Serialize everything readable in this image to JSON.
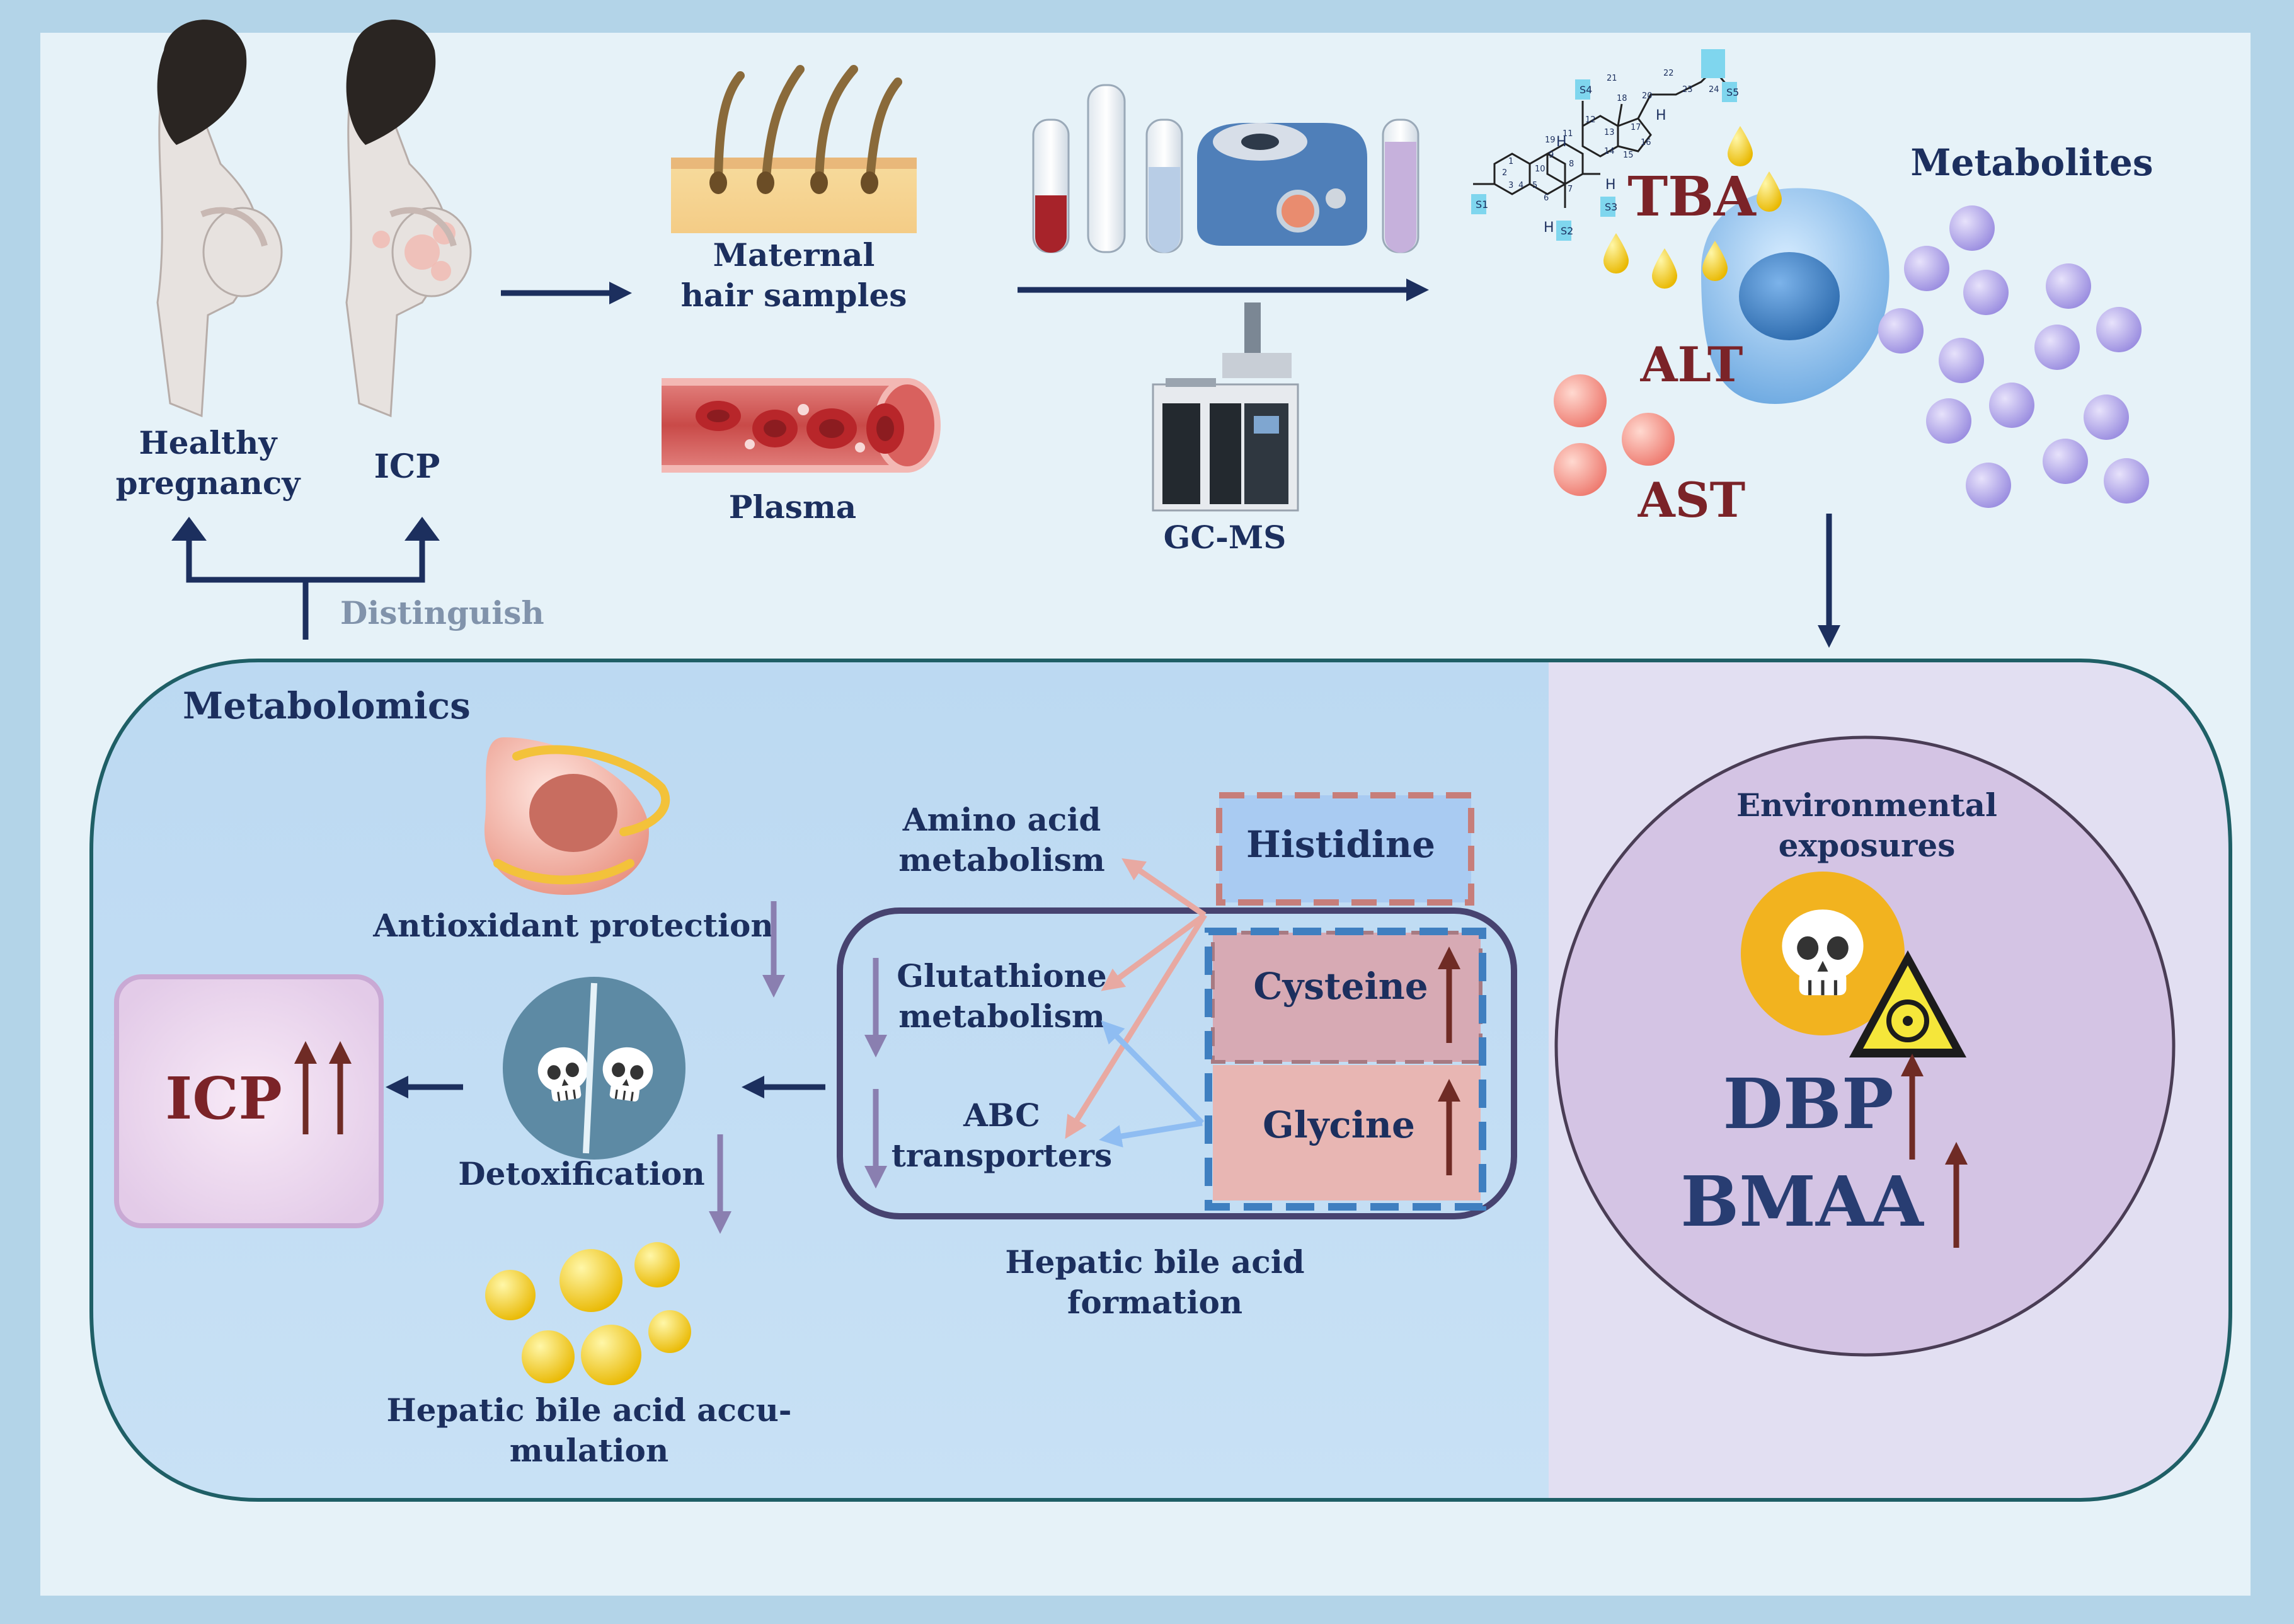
{
  "top": {
    "group_healthy": "Healthy\npregnancy",
    "group_icp": "ICP",
    "distinguish": "Distinguish",
    "hair": "Maternal\nhair samples",
    "plasma": "Plasma",
    "gcms": "GC-MS",
    "metabolites": "Metabolites",
    "tba": "TBA",
    "alt": "ALT",
    "ast": "AST",
    "steroid_numbers": [
      "1",
      "2",
      "3",
      "4",
      "5",
      "6",
      "7",
      "8",
      "9",
      "10",
      "11",
      "12",
      "13",
      "14",
      "15",
      "16",
      "17",
      "18",
      "19",
      "20",
      "21",
      "22",
      "23",
      "24"
    ],
    "steroid_sites": [
      "S1",
      "S2",
      "S3",
      "S4",
      "S5"
    ],
    "steroid_h": "H"
  },
  "panel": {
    "title": "Metabolomics",
    "antioxidant": "Antioxidant protection",
    "detox": "Detoxification",
    "accumulation": "Hepatic bile acid accu-\nmulation",
    "icp_result": "ICP",
    "amino_acid": "Amino acid\nmetabolism",
    "glutathione": "Glutathione\nmetabolism",
    "abc": "ABC\ntransporters",
    "histidine": "Histidine",
    "cysteine": "Cysteine",
    "glycine": "Glycine",
    "formation": "Hepatic bile acid\nformation"
  },
  "environment": {
    "title": "Environmental\nexposures",
    "dbp": "DBP",
    "bmaa": "BMAA"
  },
  "icons": [
    "pregnant-woman-icon",
    "hair-follicle-icon",
    "blood-vessel-icon",
    "test-tube-icon",
    "centrifuge-icon",
    "gc-ms-instrument-icon",
    "steroid-structure-icon",
    "bile-drop-icon",
    "liver-cell-icon",
    "metabolite-sphere-icon",
    "cell-icon",
    "skull-icon",
    "biohazard-icon"
  ],
  "colors": {
    "background": "#b3d4e8",
    "navy": "#1c2f5e",
    "dark_red": "#7b2328",
    "histidine_fill": "#a9cbf2",
    "cysteine_fill": "#d7aab4",
    "glycine_fill": "#e8b6b3",
    "environment_fill": "#d4c4e4"
  }
}
